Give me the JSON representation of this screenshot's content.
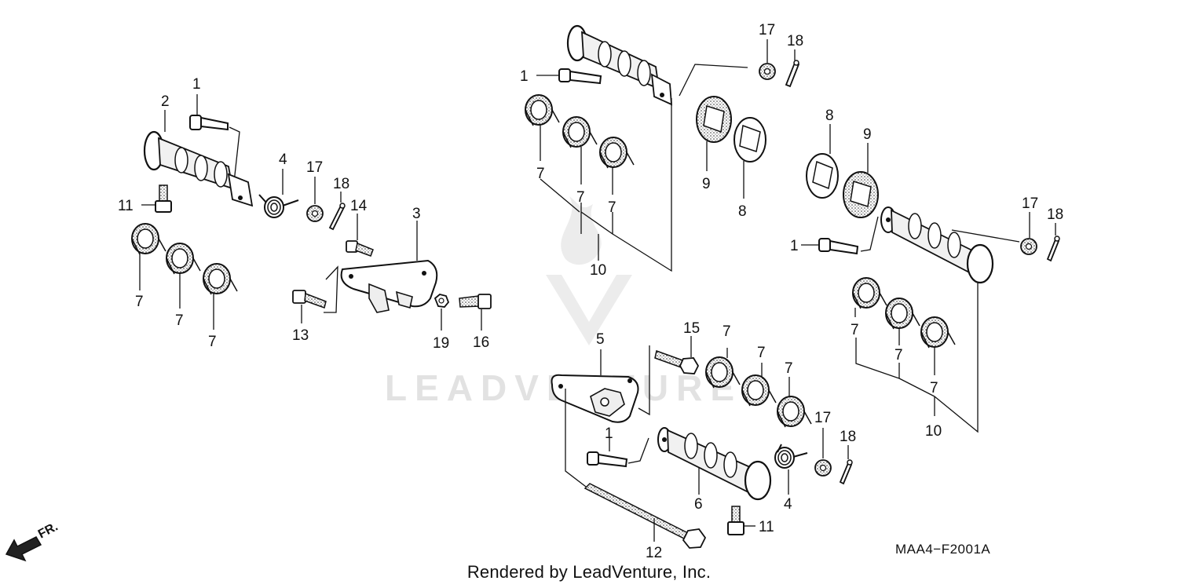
{
  "diagram": {
    "code": "MAA4−F2001A",
    "credit": "Rendered by LeadVenture, Inc.",
    "watermark": "LEADVENTURE",
    "front_marker": "FR.",
    "part_numbers": {
      "p1": "1",
      "p2": "2",
      "p3": "3",
      "p4": "4",
      "p5": "5",
      "p6": "6",
      "p7": "7",
      "p8": "8",
      "p9": "9",
      "p10": "10",
      "p11": "11",
      "p12": "12",
      "p13": "13",
      "p14": "14",
      "p15": "15",
      "p16": "16",
      "p17": "17",
      "p18": "18",
      "p19": "19"
    }
  }
}
